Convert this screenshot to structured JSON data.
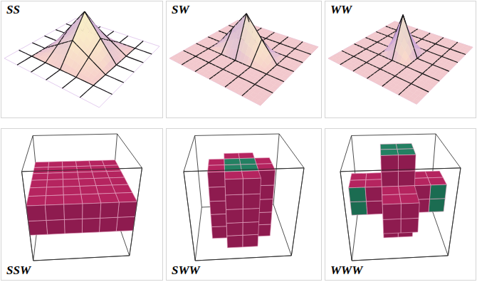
{
  "diagram": {
    "nodes": [
      {
        "text": [
          "SS"
        ]
      },
      {
        "text": [
          "SW"
        ]
      },
      {
        "text": [
          "WW"
        ]
      },
      {
        "text": [
          "SSW"
        ]
      },
      {
        "text": [
          "SWW"
        ]
      },
      {
        "text": [
          "WWW"
        ]
      }
    ]
  }
}
